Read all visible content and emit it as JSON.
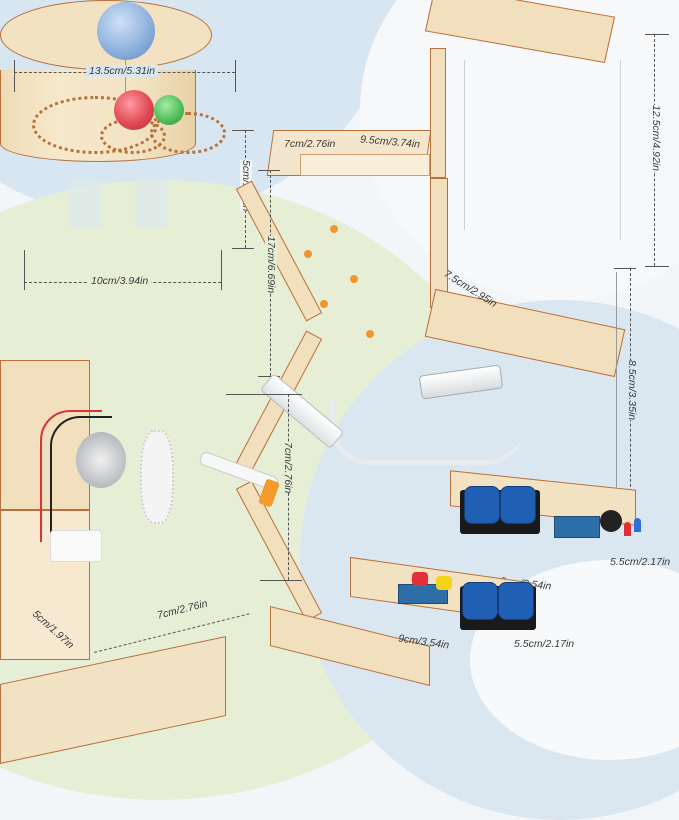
{
  "image": {
    "description": "Wooden STEM science kit product photo showing five assembled models with dimension annotations",
    "background_colors": [
      "#d7e6f1",
      "#e6efd6",
      "#dbe7f0",
      "#f6f8fa"
    ]
  },
  "models": [
    {
      "name": "solar-system-orrery",
      "dimensions": {
        "top_width": "13.5cm/5.31in",
        "height": "5cm/1.97in",
        "base_width": "10cm/3.94in"
      },
      "balls": [
        {
          "color": "blue",
          "hex": "#8fb3de"
        },
        {
          "color": "red",
          "hex": "#e04a55"
        },
        {
          "color": "green",
          "hex": "#53c05a"
        }
      ]
    },
    {
      "name": "hydraulic-scissor-lift",
      "dimensions": {
        "depth": "7cm/2.76in",
        "width": "9.5cm/3.74in",
        "height": "17cm/6.69in"
      }
    },
    {
      "name": "tensegrity-table",
      "dimensions": {
        "height": "12.5cm/4.92in",
        "width": "7.5cm/2.95in"
      }
    },
    {
      "name": "hand-crank-generator",
      "dimensions": {
        "height": "7cm/2.76in",
        "depth": "5cm/1.97in",
        "width": "7cm/2.76in"
      }
    },
    {
      "name": "light-sensor-alarm-circuit",
      "dimensions": {
        "height_marker": "8.5cm/3.35in",
        "width": "9cm/3.54in",
        "depth": "5.5cm/2.17in"
      }
    },
    {
      "name": "button-switch-circuit",
      "dimensions": {
        "width": "9cm/3.54in",
        "depth": "5.5cm/2.17in"
      },
      "buttons": [
        {
          "color": "red",
          "hex": "#e0313a"
        },
        {
          "color": "yellow",
          "hex": "#f5d21c"
        }
      ]
    }
  ]
}
